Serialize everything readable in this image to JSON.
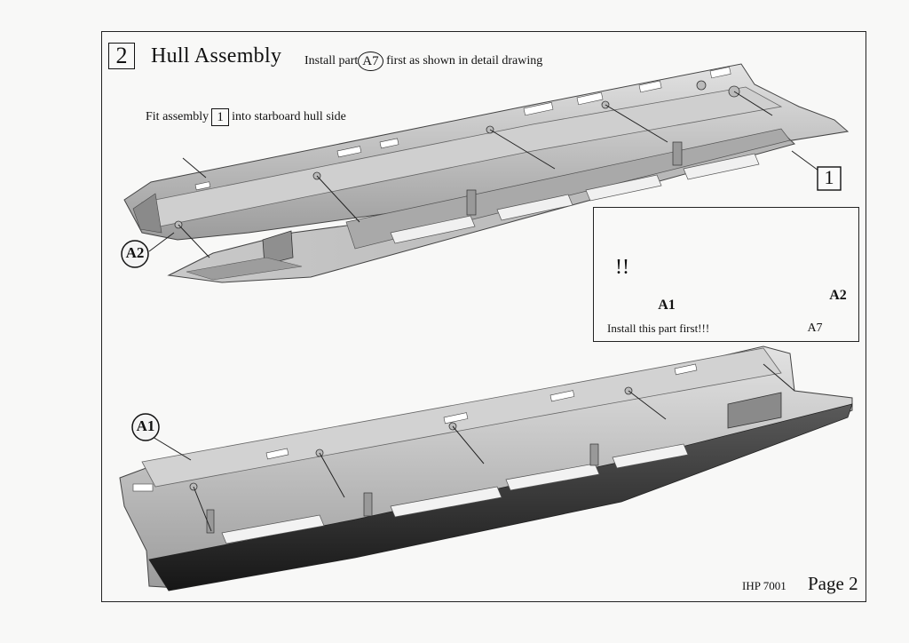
{
  "step": {
    "number": "2",
    "title": "Hull Assembly"
  },
  "notes": {
    "install_prefix": "Install part",
    "install_part": "A7",
    "install_suffix": "first as shown in detail drawing",
    "fit_prefix": "Fit assembly",
    "fit_part": "1",
    "fit_suffix": "into starboard hull side"
  },
  "callouts": {
    "a2_main": "A2",
    "a1_main": "A1",
    "assembly_1": "1",
    "detail_a1": "A1",
    "detail_a2": "A2",
    "detail_a7": "A7",
    "warning": "!!"
  },
  "detail": {
    "note": "Install this part first!!!"
  },
  "footer": {
    "code": "IHP 7001",
    "page": "Page 2"
  }
}
